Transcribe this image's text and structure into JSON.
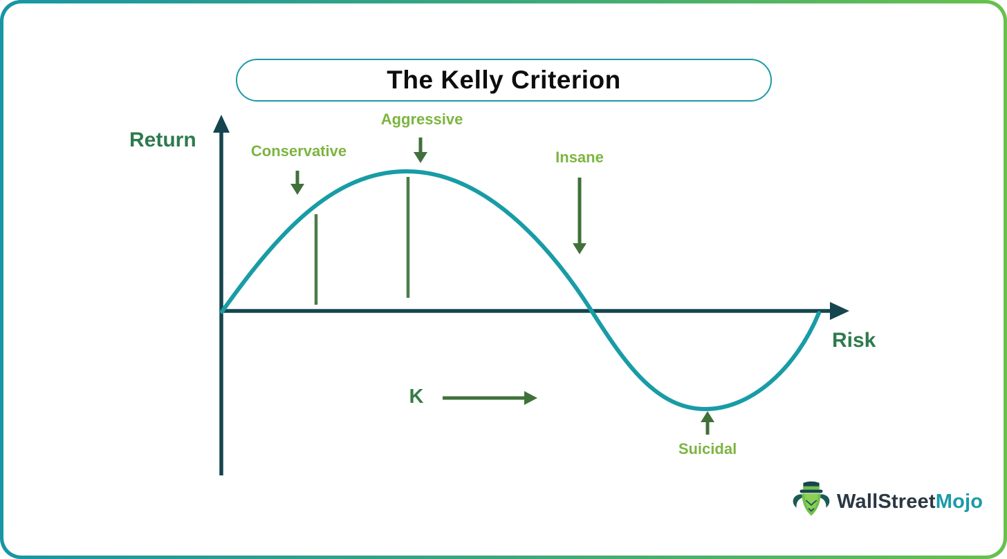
{
  "frame": {
    "border_gradient_left": "#1796a6",
    "border_gradient_right": "#68c14b",
    "background": "#ffffff"
  },
  "title": "The Kelly Criterion",
  "axes": {
    "y_label": "Return",
    "x_label": "Risk",
    "axis_color": "#15454f",
    "label_color": "#2e7a4e"
  },
  "curve": {
    "color": "#189ca6",
    "description": "Concave curve rising from origin to a peak, falling through the risk axis to a trough, then rising back to the axis"
  },
  "annotations": {
    "conservative": {
      "label": "Conservative",
      "arrow": "down"
    },
    "aggressive": {
      "label": "Aggressive",
      "arrow": "down"
    },
    "insane": {
      "label": "Insane",
      "arrow": "down"
    },
    "suicidal": {
      "label": "Suicidal",
      "arrow": "up"
    },
    "k": {
      "label": "K",
      "arrow": "right"
    },
    "zone_label_color": "#7cb540",
    "arrow_color": "#40713b",
    "marker_line_color": "#4b7d49",
    "k_label_color": "#357c47"
  },
  "logo": {
    "brand_part1": "WallStreet",
    "brand_part2": "Mojo",
    "part1_color": "#2a3844",
    "part2_color": "#1b9aa8"
  }
}
